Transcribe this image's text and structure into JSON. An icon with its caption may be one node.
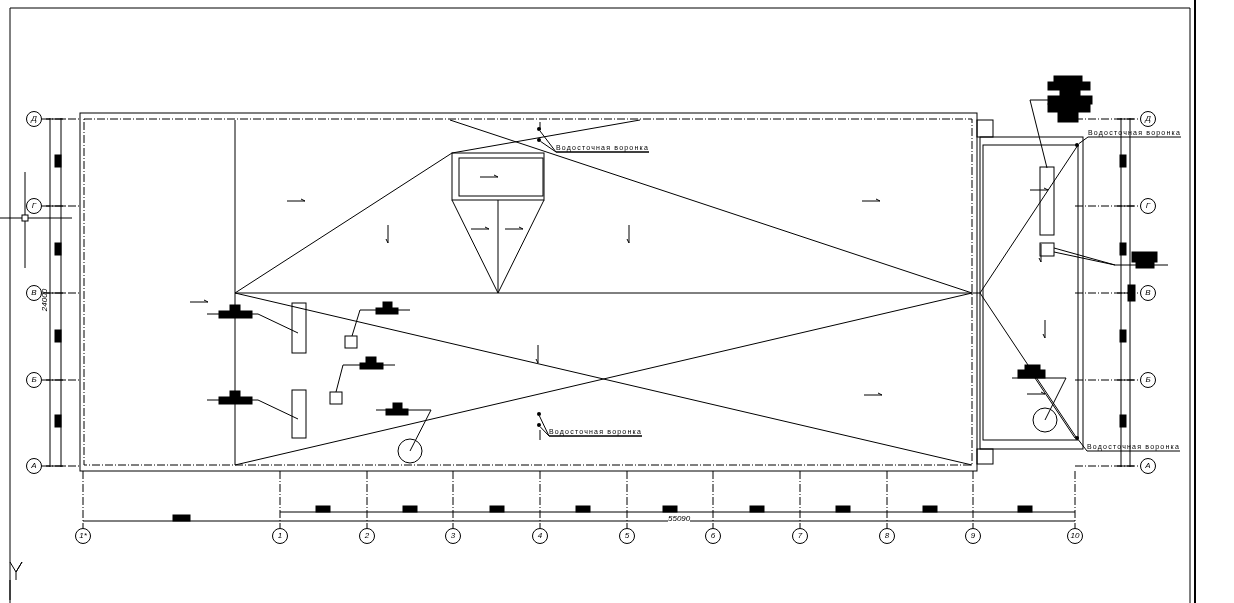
{
  "diagram": {
    "nodes": [
      {
        "text": [
          "Водосточная воронка"
        ]
      },
      {
        "text": [],
        "shape": "circle"
      },
      {
        "text": [],
        "shape": "circle"
      },
      {
        "text": [
          "Водосточная воронка"
        ]
      },
      {
        "text": [],
        "shape": "circle"
      },
      {
        "text": [],
        "shape": "circle"
      },
      {
        "text": [
          "Водосточная воронка"
        ]
      },
      {
        "text": [],
        "shape": "circle"
      },
      {
        "text": [
          "Водосточная воронка"
        ]
      },
      {
        "text": [],
        "shape": "circle"
      },
      {
        "text": [
          "Д"
        ]
      },
      {
        "text": [
          "Г"
        ]
      },
      {
        "text": [
          "В"
        ]
      },
      {
        "text": [
          "Б"
        ]
      },
      {
        "text": [
          "А"
        ]
      },
      {
        "text": [
          "Д"
        ]
      },
      {
        "text": [
          "Г"
        ]
      },
      {
        "text": [
          "В"
        ]
      },
      {
        "text": [
          "Б"
        ]
      },
      {
        "text": [
          "А"
        ]
      },
      {
        "text": [
          "1*"
        ]
      },
      {
        "text": [
          "1"
        ]
      },
      {
        "text": [
          "2"
        ]
      },
      {
        "text": [
          "3"
        ]
      },
      {
        "text": [
          "4"
        ]
      },
      {
        "text": [
          "5"
        ]
      },
      {
        "text": [
          "6"
        ]
      },
      {
        "text": [
          "7"
        ]
      },
      {
        "text": [
          "8"
        ]
      },
      {
        "text": [
          "9"
        ]
      },
      {
        "text": [
          "10"
        ]
      }
    ],
    "edges": [
      {
        "from": 0,
        "to": 1,
        "arrow": "none"
      },
      {
        "from": 0,
        "to": 2,
        "arrow": "none"
      },
      {
        "from": 3,
        "to": 4,
        "arrow": "none"
      },
      {
        "from": 3,
        "to": 5,
        "arrow": "none"
      },
      {
        "from": 6,
        "to": 7,
        "arrow": "none"
      },
      {
        "from": 8,
        "to": 9,
        "arrow": "none"
      }
    ],
    "labels": [
      "24000",
      "55090"
    ]
  }
}
